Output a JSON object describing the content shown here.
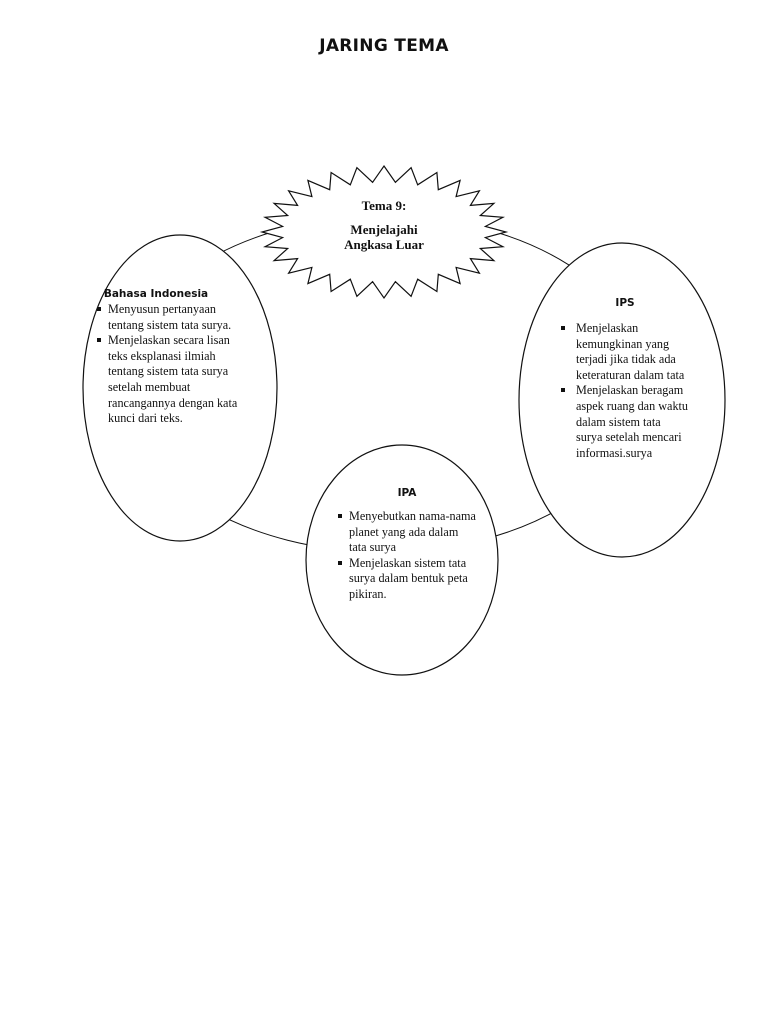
{
  "title": "JARING TEMA",
  "center": {
    "line1": "Tema 9:",
    "line2": "Menjelajahi",
    "line3": "Angkasa Luar"
  },
  "nodes": {
    "bahasa_indonesia": {
      "title": "Bahasa Indonesia",
      "items": [
        "Menyusun pertanyaan tentang sistem tata surya.",
        "Menjelaskan secara lisan teks eksplanasi ilmiah tentang sistem tata surya setelah membuat rancangannya dengan kata kunci dari teks."
      ]
    },
    "ips": {
      "title": "IPS",
      "items": [
        "Menjelaskan kemungkinan yang terjadi jika tidak ada keteraturan dalam tata",
        "Menjelaskan beragam aspek ruang dan waktu dalam sistem tata surya setelah mencari informasi.surya"
      ]
    },
    "ipa": {
      "title": "IPA",
      "items": [
        "Menyebutkan nama-nama planet yang ada dalam tata surya",
        "Menjelaskan sistem tata surya dalam bentuk peta pikiran."
      ]
    }
  }
}
